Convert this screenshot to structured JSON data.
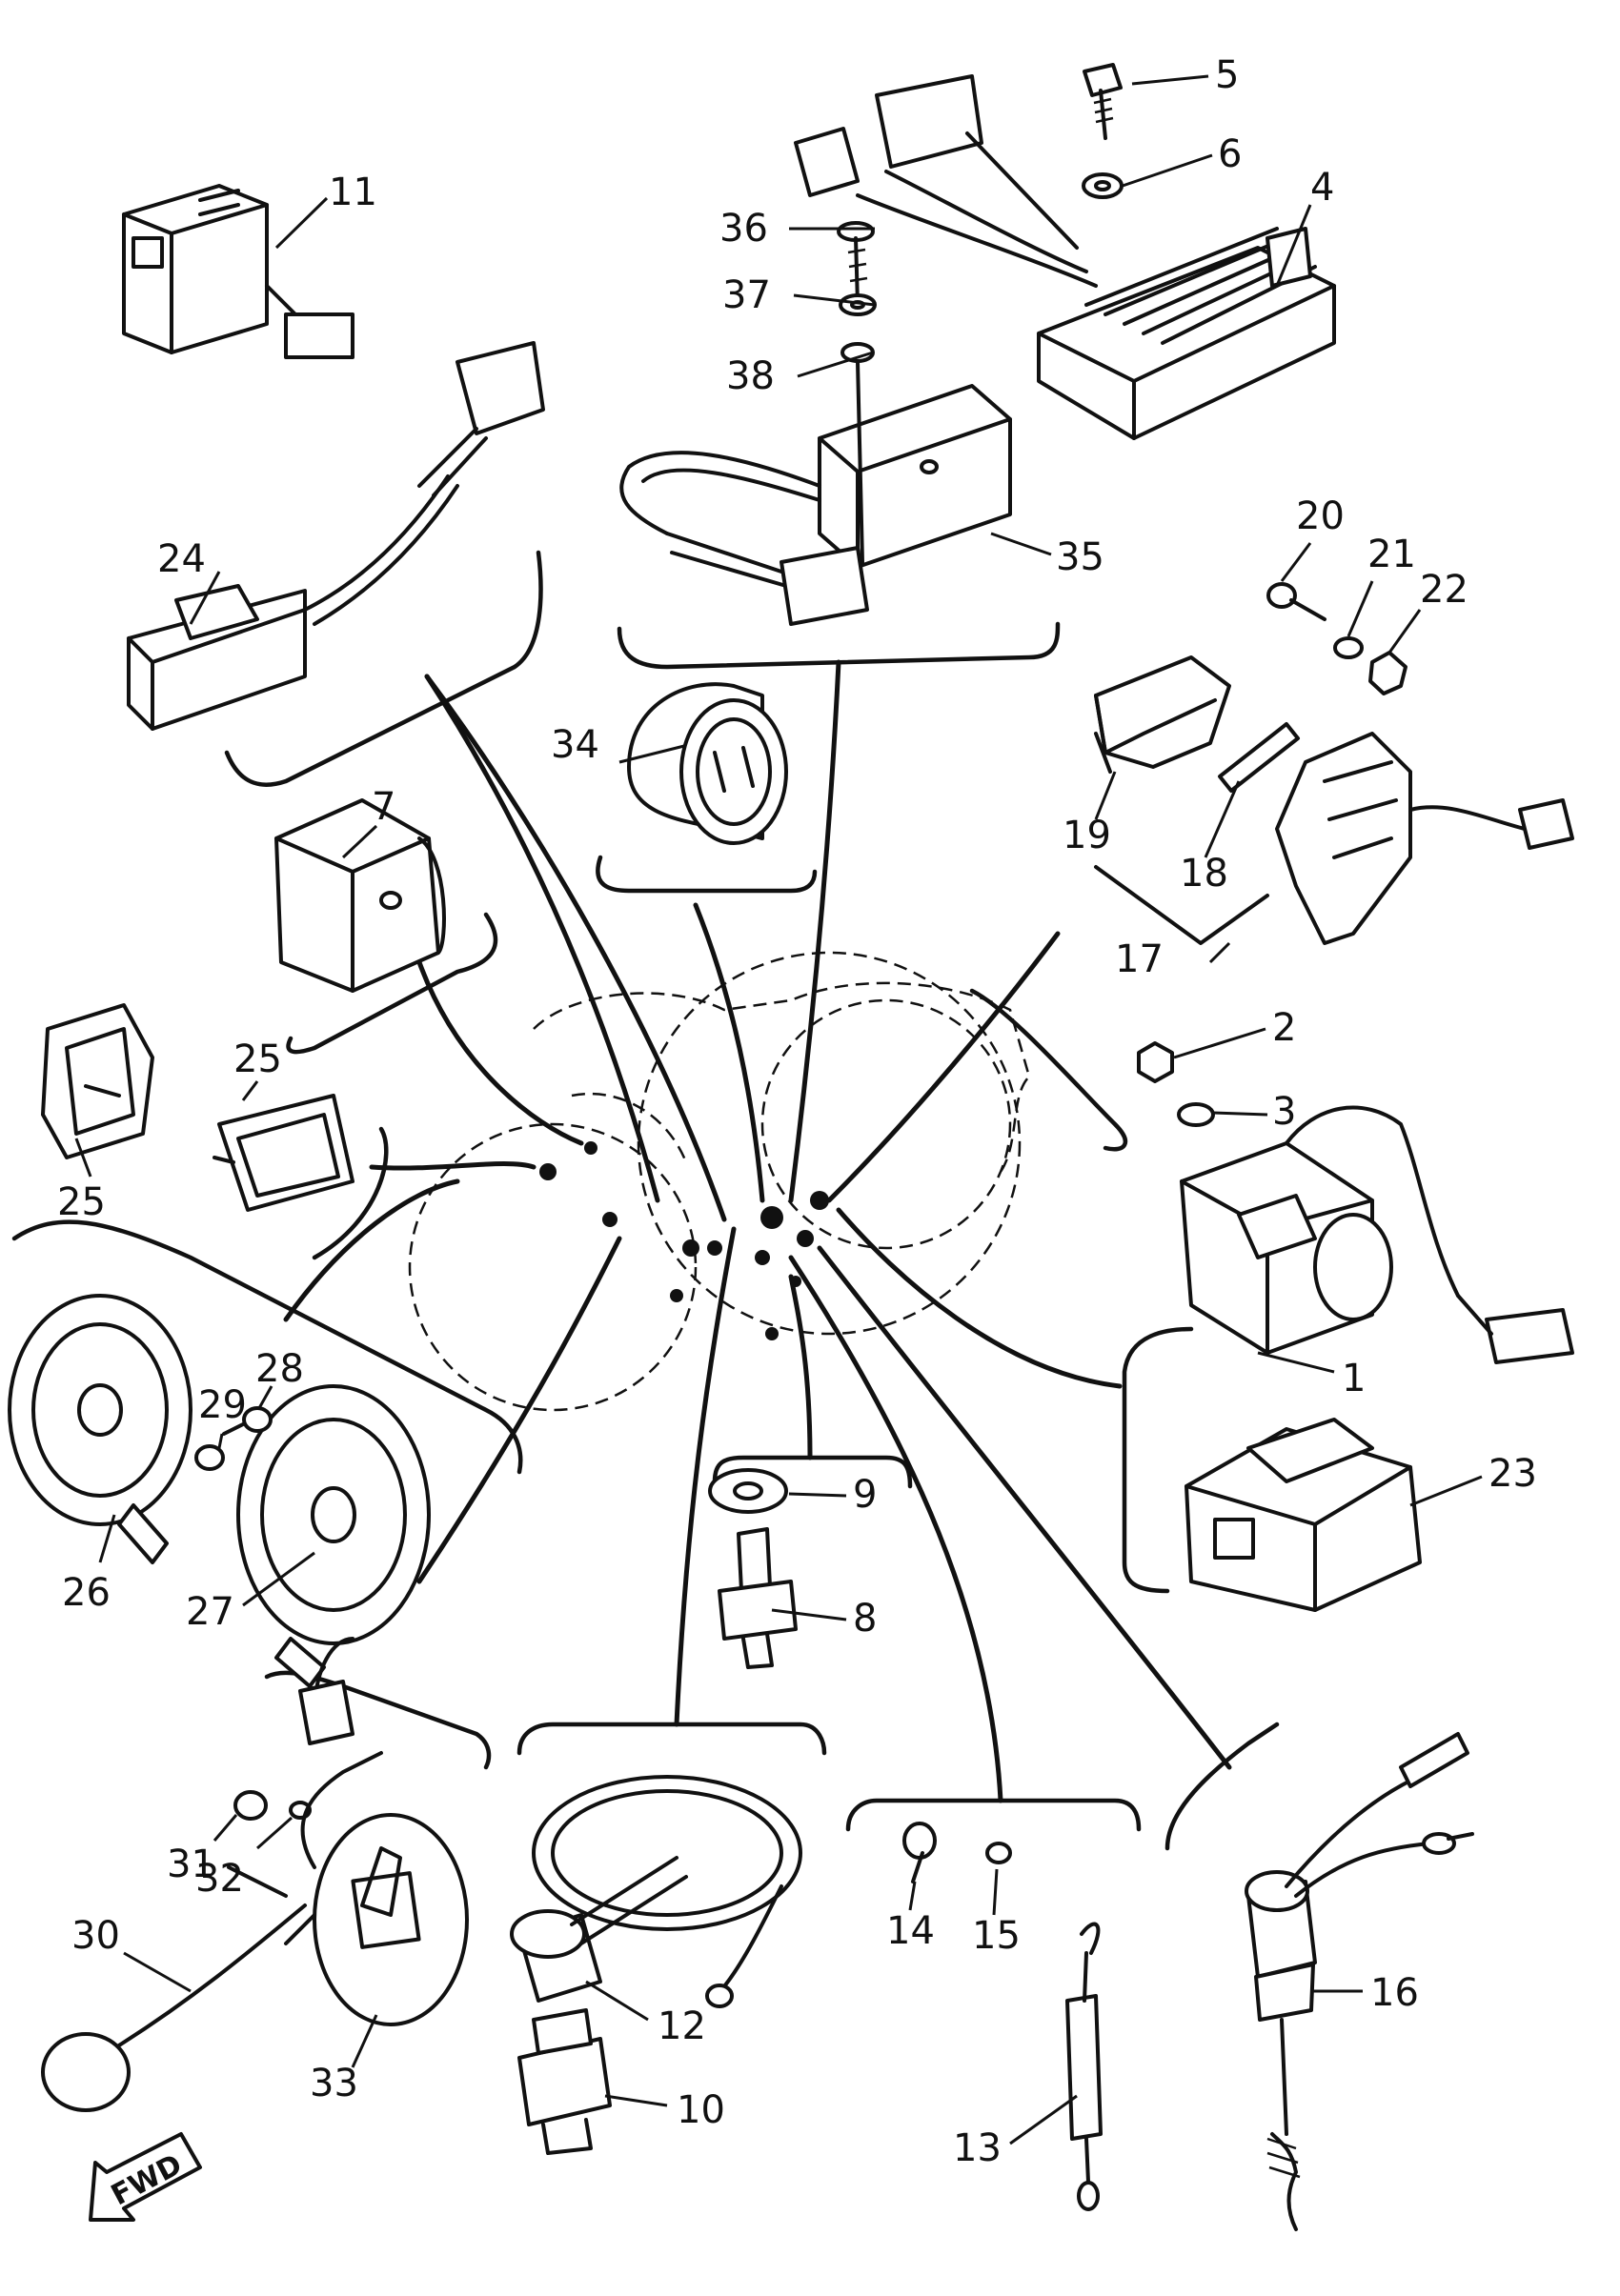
{
  "callouts": {
    "c1": "1",
    "c2": "2",
    "c3": "3",
    "c4": "4",
    "c5": "5",
    "c6": "6",
    "c7": "7",
    "c8": "8",
    "c9": "9",
    "c10": "10",
    "c11": "11",
    "c12": "12",
    "c13": "13",
    "c14": "14",
    "c15": "15",
    "c16": "16",
    "c17": "17",
    "c18": "18",
    "c19": "19",
    "c20": "20",
    "c21": "21",
    "c22": "22",
    "c23": "23",
    "c24": "24",
    "c25a": "25",
    "c25b": "25",
    "c26": "26",
    "c27": "27",
    "c28": "28",
    "c29": "29",
    "c30": "30",
    "c31": "31",
    "c32": "32",
    "c33": "33",
    "c34": "34",
    "c35": "35",
    "c36": "36",
    "c37": "37",
    "c38": "38"
  },
  "direction_label": "FWD"
}
